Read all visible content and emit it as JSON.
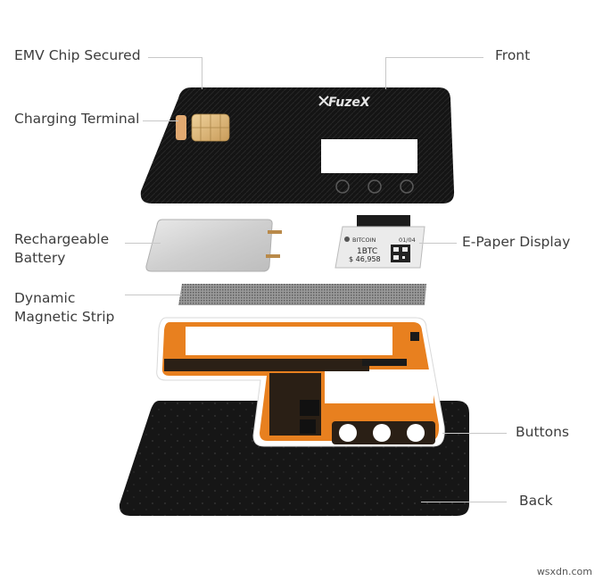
{
  "labels": {
    "emv_chip": "EMV Chip Secured",
    "charging_terminal": "Charging Terminal",
    "battery_line1": "Rechargeable",
    "battery_line2": "Battery",
    "magstrip_line1": "Dynamic",
    "magstrip_line2": "Magnetic Strip",
    "front": "Front",
    "epaper": "E-Paper Display",
    "buttons": "Buttons",
    "back": "Back"
  },
  "card": {
    "brand": "FuzeX"
  },
  "epaper_screen": {
    "coin": "BITCOIN",
    "date": "01/04",
    "amount": "1BTC",
    "price": "$ 46,958"
  },
  "watermark": "wsxdn.com",
  "colors": {
    "card_black": "#141414",
    "pcb_orange": "#e8801f",
    "chip_gold": "#d9b37a",
    "battery_silver": "#d6d6d6",
    "leader_line": "#c8c8c8"
  }
}
